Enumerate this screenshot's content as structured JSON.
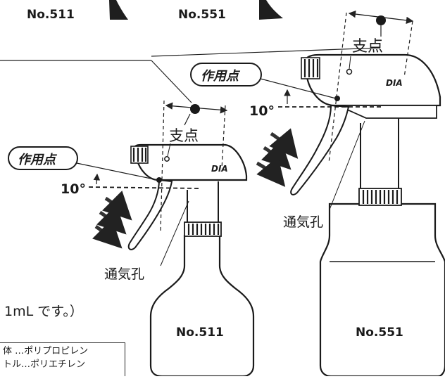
{
  "top_labels": {
    "left_model": "No.511",
    "right_model": "No.551"
  },
  "left_sprayer": {
    "fulcrum_label": "支点",
    "action_point_label": "作用点",
    "angle_label": "10°",
    "vent_label": "通気孔",
    "model": "No.511",
    "brand": "DIA"
  },
  "right_sprayer": {
    "fulcrum_label": "支点",
    "action_point_label": "作用点",
    "angle_label": "10°",
    "vent_label": "通気孔",
    "model": "No.551",
    "brand": "DIA"
  },
  "caption_fragment": "1mL です。）",
  "material_notes": [
    "体 …ポリプロピレン",
    "トル…ポリエチレン"
  ]
}
